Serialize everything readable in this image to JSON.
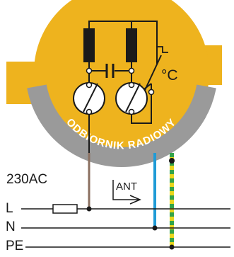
{
  "labels": {
    "supply": "230AC",
    "antenna": "ANT",
    "line": "L",
    "neutral": "N",
    "protective_earth": "PE",
    "temperature_unit": "°C",
    "receiver_ring": "ODBIORNIK RADIOWY"
  },
  "colors": {
    "body_fill": "#eeb31e",
    "ring": "#9a9a9a",
    "wire_dark": "#1a1a1a",
    "wire_brown": "#8b7060",
    "wire_blue": "#1f9bd6",
    "wire_pe_yellow": "#e9d51c",
    "wire_pe_green": "#32a34a"
  }
}
